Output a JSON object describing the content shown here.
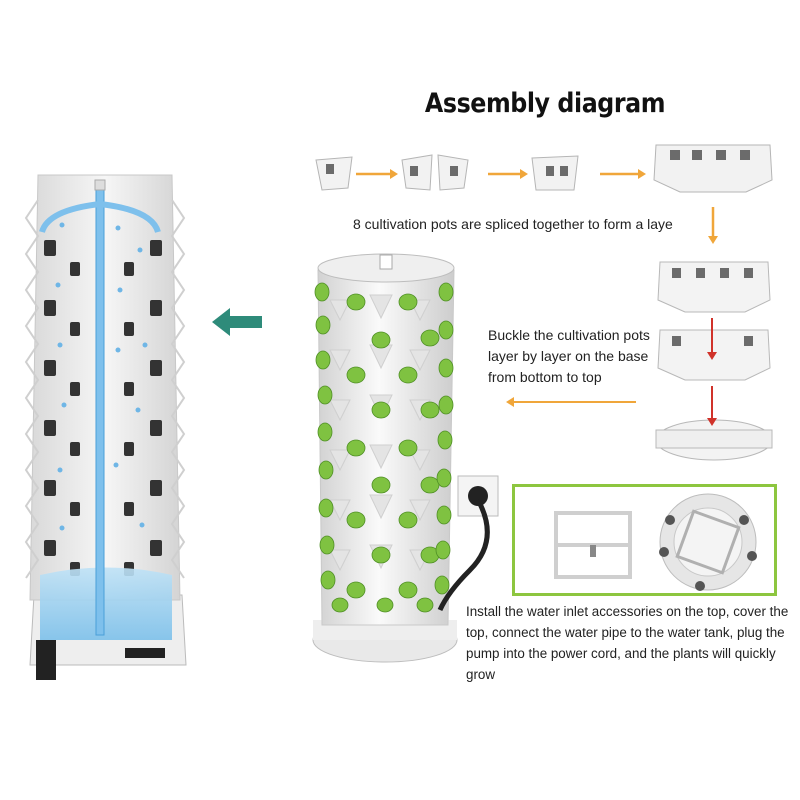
{
  "title": "Assembly diagram",
  "steps": {
    "step1": "8 cultivation pots are spliced together to form a laye",
    "step2": "Buckle the cultivation pots layer by layer on the base from bottom to top",
    "step3": "Install the water inlet accessories on the top, cover the top, connect the water pipe to the water tank, plug the pump into the power cord, and the plants will quickly grow"
  },
  "colors": {
    "arrow_orange": "#f0a63a",
    "arrow_red": "#d0322a",
    "arrow_teal": "#2e8b7a",
    "frame_green": "#8dc63f",
    "leaf_green": "#7fc241",
    "water_blue": "#6fb6e6"
  }
}
